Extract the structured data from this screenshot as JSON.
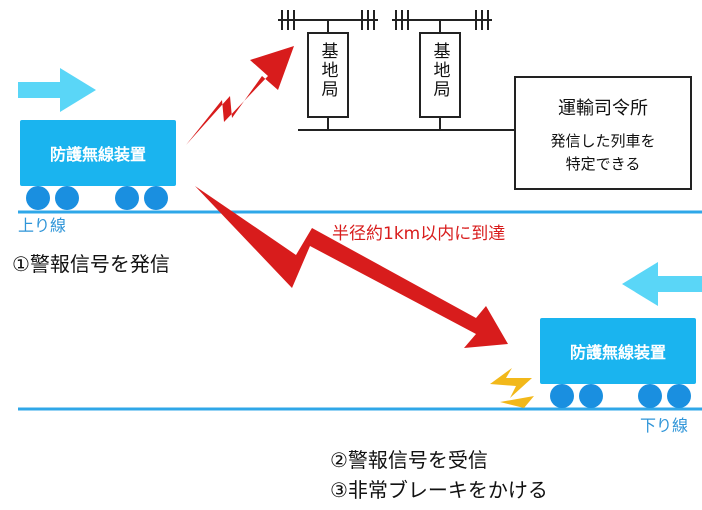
{
  "stations": [
    {
      "label": "基地局"
    },
    {
      "label": "基地局"
    }
  ],
  "control_center": {
    "title": "運輸司令所",
    "line1": "発信した列車を",
    "line2": "特定できる"
  },
  "train_left": {
    "label": "防護無線装置"
  },
  "train_right": {
    "label": "防護無線装置"
  },
  "track_up_label": "上り線",
  "track_down_label": "下り線",
  "range_text": "半径約1km以内に到達",
  "step1": "①警報信号を発信",
  "step2": "②警報信号を受信",
  "step3": "③非常ブレーキをかける",
  "colors": {
    "train": "#1ab4ef",
    "arrow": "#5ad6f7",
    "track": "#2fa7e8",
    "signal": "#d81c1c",
    "spark": "#f2b81a",
    "range_text": "#d81c1c",
    "track_label": "#2f95d8"
  }
}
